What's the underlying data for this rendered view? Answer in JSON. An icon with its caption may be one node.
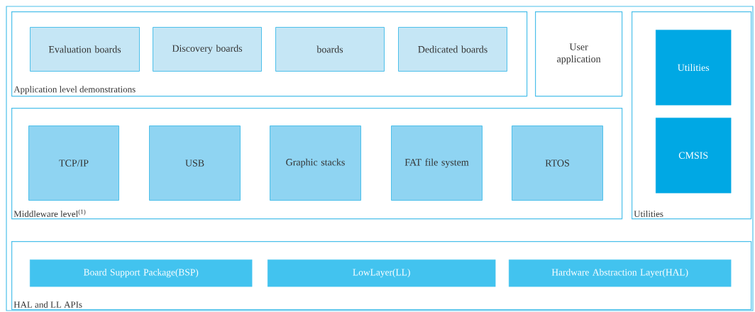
{
  "diagram": {
    "nodes": [
      {
        "text": [
          "Application level demonstrations"
        ]
      },
      {
        "text": [
          "Evaluation boards"
        ],
        "in": 0
      },
      {
        "text": [
          "Discovery boards"
        ],
        "in": 0
      },
      {
        "text": [
          "boards"
        ],
        "in": 0
      },
      {
        "text": [
          "Dedicated boards"
        ],
        "in": 0
      },
      {
        "text": [
          "User application"
        ]
      },
      {
        "text": [
          "Utilities"
        ]
      },
      {
        "text": [
          "Utilities"
        ],
        "in": 6
      },
      {
        "text": [
          "CMSIS"
        ],
        "in": 6
      },
      {
        "text": [
          "Middleware level$^{(1)}$"
        ]
      },
      {
        "text": [
          "TCP/IP"
        ],
        "in": 9
      },
      {
        "text": [
          "USB"
        ],
        "in": 9
      },
      {
        "text": [
          "Graphic stacks"
        ],
        "in": 9
      },
      {
        "text": [
          "FAT file system"
        ],
        "in": 9
      },
      {
        "text": [
          "RTOS"
        ],
        "in": 9
      },
      {
        "text": [
          "HAL and LL APIs"
        ]
      },
      {
        "text": [
          "Board Support Package(BSP)"
        ],
        "in": 15
      },
      {
        "text": [
          "LowLayer(LL)"
        ],
        "in": 15
      },
      {
        "text": [
          "Hardware Abstraction Layer(HAL)"
        ],
        "in": 15
      }
    ]
  }
}
